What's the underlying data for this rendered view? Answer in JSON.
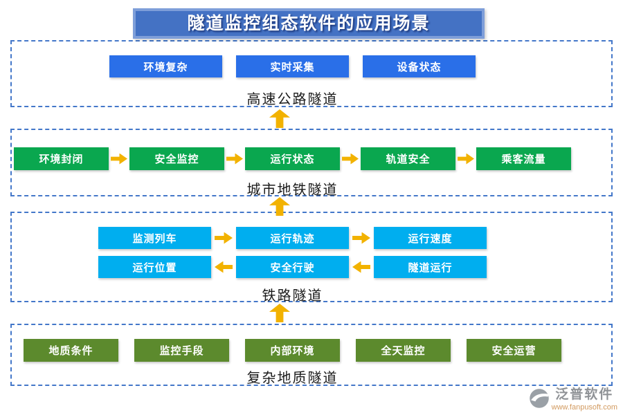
{
  "title": "隧道监控组态软件的应用场景",
  "colors": {
    "banner_outer": "#7E9ED9",
    "banner_inner": "#4472C4",
    "dashed_border": "#4377C9",
    "highway_button": "#2A6FE8",
    "metro_button": "#0AA74F",
    "railway_button": "#00AEEF",
    "geology_button": "#5C8A2D",
    "arrow": "#F2B200",
    "label_text": "#1a1a1a"
  },
  "sections": {
    "highway": {
      "label": "高速公路隧道",
      "items": [
        "环境复杂",
        "实时采集",
        "设备状态"
      ]
    },
    "metro": {
      "label": "城市地铁隧道",
      "items": [
        "环境封闭",
        "安全监控",
        "运行状态",
        "轨道安全",
        "乘客流量"
      ]
    },
    "railway": {
      "label": "铁路隧道",
      "row1": [
        "监测列车",
        "运行轨迹",
        "运行速度"
      ],
      "row2": [
        "运行位置",
        "安全行驶",
        "隧道运行"
      ]
    },
    "geology": {
      "label": "复杂地质隧道",
      "items": [
        "地质条件",
        "监控手段",
        "内部环境",
        "全天监控",
        "安全运营"
      ]
    }
  },
  "logo": {
    "name": "泛普软件",
    "url": "www.fanpusoft.com"
  }
}
